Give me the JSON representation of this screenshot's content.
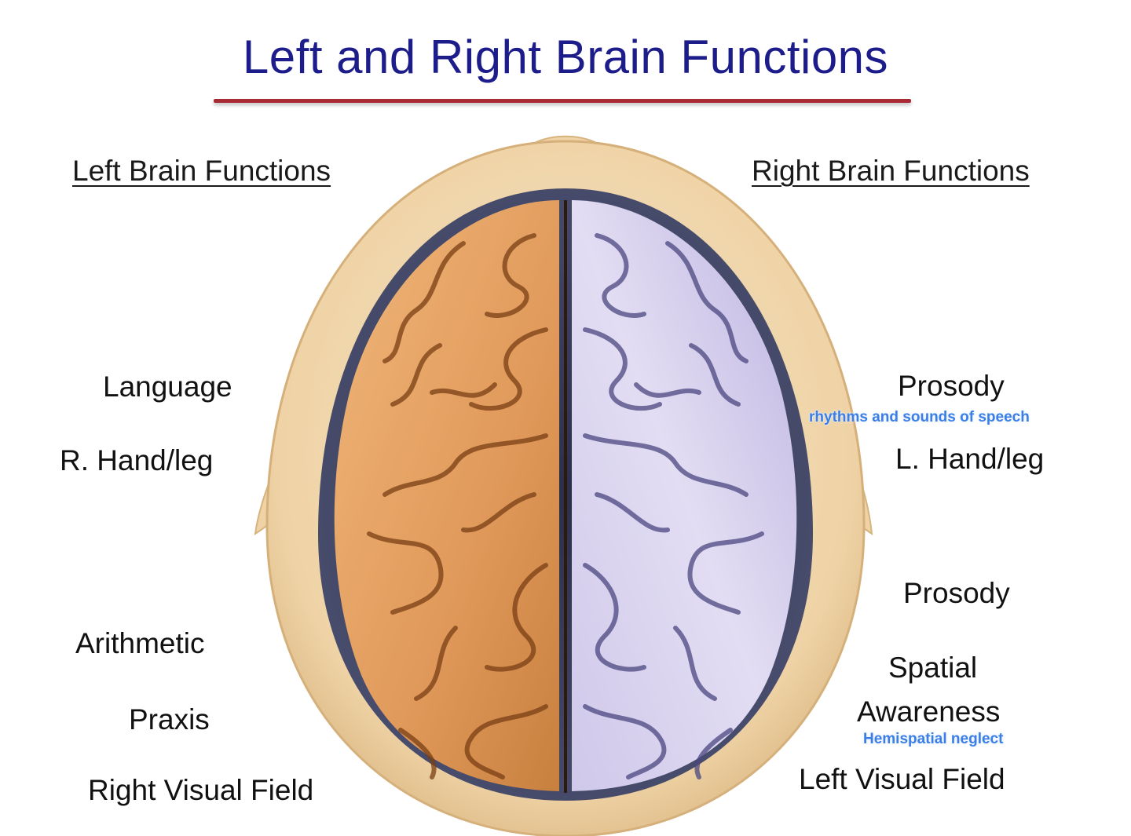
{
  "title": "Left and Right Brain Functions",
  "colors": {
    "title": "#1c1c8a",
    "title_rule": "#a82a35",
    "left_hemisphere": "#e3a15e",
    "right_hemisphere": "#d8d2ee",
    "skull": "#f0d6ac",
    "note": "#3a7ee6"
  },
  "left": {
    "heading": "Left Brain Functions",
    "items": {
      "language": "Language",
      "hand_leg": "R. Hand/leg",
      "arithmetic": "Arithmetic",
      "praxis": "Praxis",
      "visual_field": "Right Visual Field"
    }
  },
  "right": {
    "heading": "Right Brain Functions",
    "items": {
      "prosody_1": "Prosody",
      "prosody_1_note": "rhythms and sounds of speech",
      "hand_leg": "L. Hand/leg",
      "prosody_2": "Prosody",
      "spatial_1": "Spatial",
      "spatial_2": "Awareness",
      "spatial_note": "Hemispatial neglect",
      "visual_field": "Left Visual Field"
    }
  }
}
